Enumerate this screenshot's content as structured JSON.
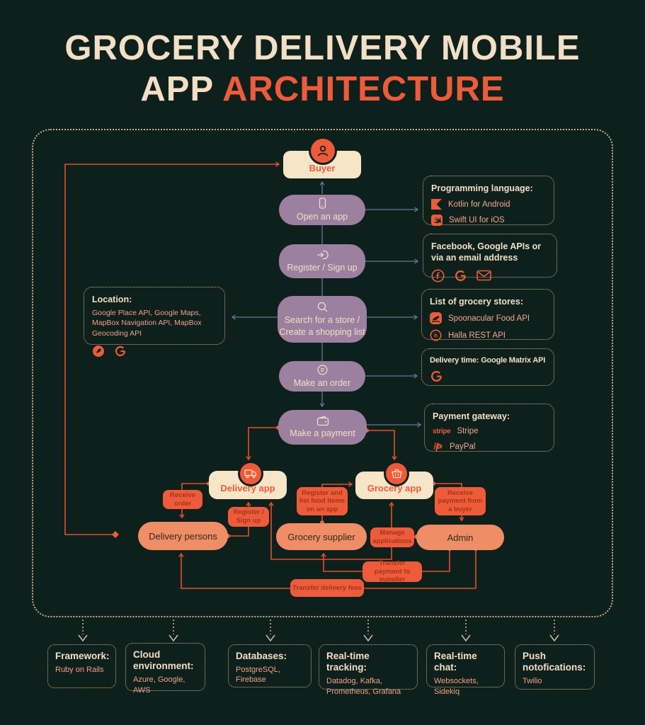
{
  "title": {
    "line1": "GROCERY DELIVERY MOBILE",
    "line2_part1": "APP",
    "line2_part2": "ARCHITECTURE"
  },
  "flow": {
    "buyer": {
      "label": "Buyer",
      "icon": "buyer-avatar-icon"
    },
    "steps": [
      {
        "label": "Open an app",
        "icon": "phone-icon"
      },
      {
        "label": "Register / Sign up",
        "icon": "login-icon"
      },
      {
        "label": "Search for a store /\nCreate a shopping list",
        "icon": "search-icon"
      },
      {
        "label": "Make an order",
        "icon": "order-icon"
      },
      {
        "label": "Make a payment",
        "icon": "wallet-icon"
      }
    ]
  },
  "side_panels": {
    "location": {
      "title": "Location:",
      "body": "Google Place API, Google Maps, MapBox Navigation API, MapBox Geocoding API",
      "icons": [
        "mapbox-icon",
        "google-icon"
      ]
    },
    "programming": {
      "title": "Programming language:",
      "items": [
        {
          "icon": "kotlin-icon",
          "label": "Kotlin for Android"
        },
        {
          "icon": "swift-icon",
          "label": "Swift UI for iOS"
        }
      ]
    },
    "auth": {
      "title": "Facebook, Google APIs or via an email address",
      "icons": [
        "facebook-icon",
        "google-icon",
        "email-icon"
      ]
    },
    "stores": {
      "title": "List of grocery stores:",
      "items": [
        {
          "icon": "spoonacular-icon",
          "label": "Spoonacular Food API"
        },
        {
          "icon": "halla-icon",
          "label": "Halla REST API"
        }
      ]
    },
    "delivery_time": {
      "title": "Delivery time: Google Matrix API",
      "icons": [
        "google-icon"
      ]
    },
    "payment_gateway": {
      "title": "Payment gateway:",
      "items": [
        {
          "icon": "stripe-icon",
          "icon_text": "stripe",
          "label": "Stripe"
        },
        {
          "icon": "paypal-icon",
          "label": "PayPal"
        }
      ]
    }
  },
  "actors": {
    "delivery_app": {
      "label": "Delivery app",
      "icon": "truck-icon"
    },
    "grocery_app": {
      "label": "Grocery app",
      "icon": "basket-icon"
    },
    "delivery_persons": {
      "label": "Delivery persons"
    },
    "grocery_supplier": {
      "label": "Grocery supplier"
    },
    "admin": {
      "label": "Admin"
    }
  },
  "edge_labels": {
    "receive_order": "Receive order",
    "register_sign_up": "Register / Sign up",
    "register_list_food": "Register and list food items on an app",
    "manage_applications": "Manage applications",
    "receive_payment": "Receive payment from a buyer",
    "transfer_payment": "Transfer payment to supplier",
    "transfer_fees": "Transfer delivery fees"
  },
  "infrastructure": [
    {
      "title": "Framework:",
      "body": "Ruby on Rails"
    },
    {
      "title": "Cloud environment:",
      "body": "Azure, Google, AWS"
    },
    {
      "title": "Databases:",
      "body": "PostgreSQL, Firebase"
    },
    {
      "title": "Real-time tracking:",
      "body": "Datadog, Kafka, Prometheus, Grafana"
    },
    {
      "title": "Real-time chat:",
      "body": "Websockets, Sidekiq"
    },
    {
      "title": "Push notofications:",
      "body": "Twilio"
    }
  ],
  "colors": {
    "background": "#0E201C",
    "cream": "#F2DFC4",
    "accent_orange": "#EE5B3B",
    "orange_line": "#E0502F",
    "salmon_box": "#EF8E66",
    "purple_box": "#9C80A0",
    "slate_line": "#64789A",
    "edge_label_text": "#A03719",
    "dashed_border": "#C8AD8D"
  }
}
